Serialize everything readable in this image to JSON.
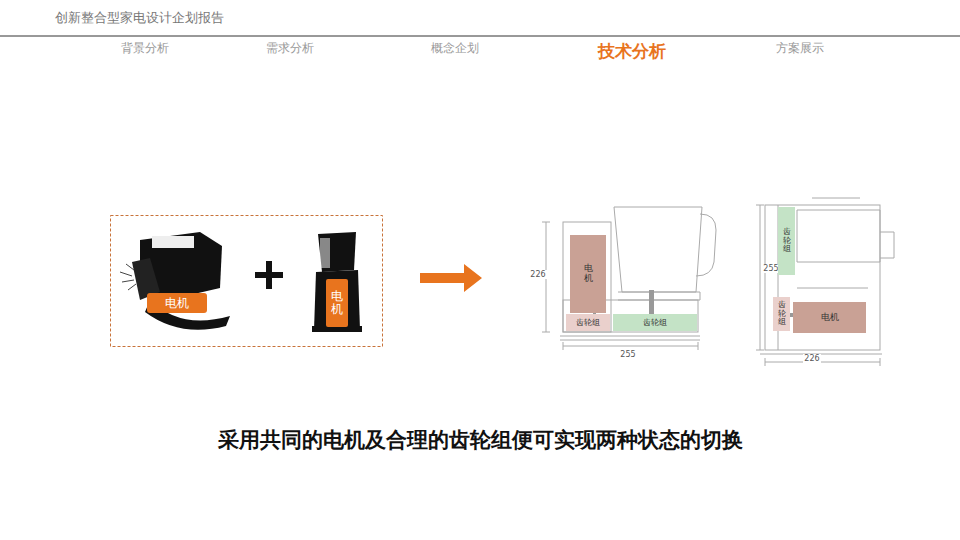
{
  "diagram": {
    "title": "创新整合型家电设计企划报告",
    "caption": "采用共同的电机及合理的齿轮组便可实现两种状态的切换",
    "nodes": [
      {
        "text": [
          "电机"
        ]
      },
      {
        "text": [
          "电机"
        ]
      },
      {
        "text": [
          "电机"
        ]
      },
      {
        "text": [
          "齿轮组"
        ]
      },
      {
        "text": [
          "齿轮组"
        ]
      },
      {
        "text": [
          "齿轮组"
        ]
      },
      {
        "text": [
          "齿轮组"
        ]
      },
      {
        "text": [
          "电机"
        ]
      }
    ],
    "labels": [
      "背景分析",
      "需求分析",
      "概念企划",
      "技术分析",
      "方案展示",
      "226",
      "255",
      "255",
      "226"
    ]
  }
}
